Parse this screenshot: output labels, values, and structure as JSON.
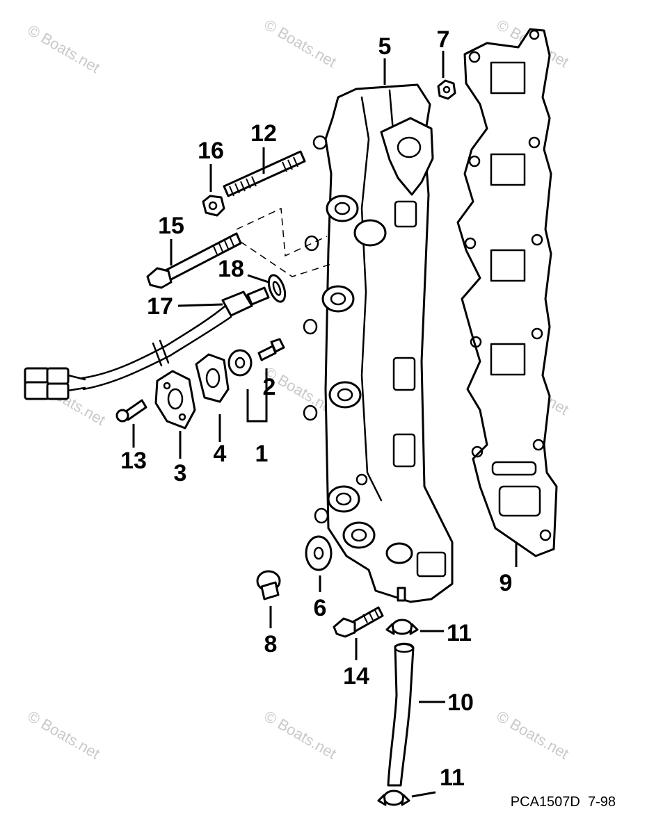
{
  "watermark": "© Boats.net",
  "diagram_code": "PCA1507D  7-98",
  "callouts": {
    "c1": "1",
    "c2": "2",
    "c3": "3",
    "c4": "4",
    "c5": "5",
    "c6": "6",
    "c7": "7",
    "c8": "8",
    "c9": "9",
    "c10": "10",
    "c11a": "11",
    "c11b": "11",
    "c12": "12",
    "c13": "13",
    "c14": "14",
    "c15": "15",
    "c16": "16",
    "c17": "17",
    "c18": "18"
  }
}
